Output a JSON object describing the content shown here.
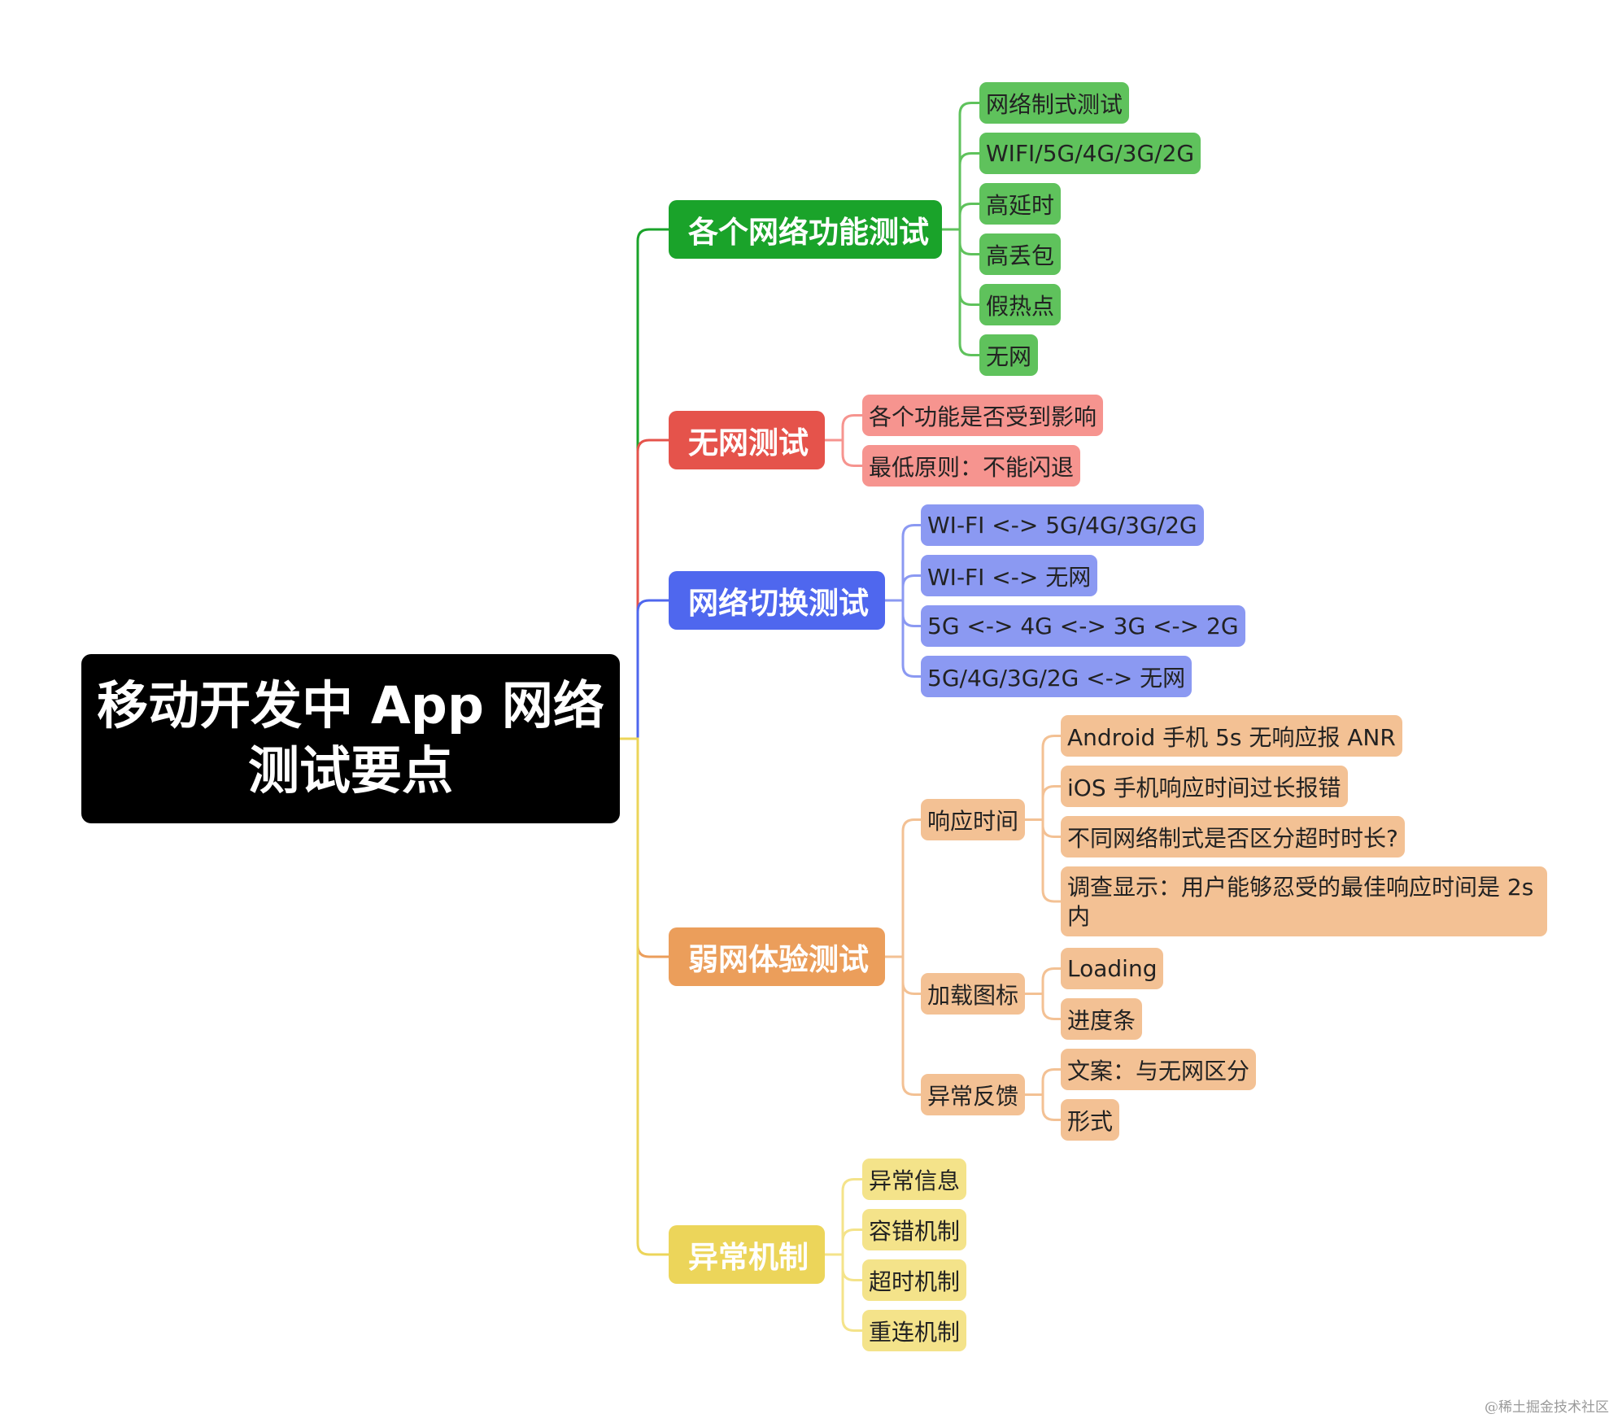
{
  "root": {
    "line1": "移动开发中 App 网络",
    "line2": "测试要点"
  },
  "branches": [
    {
      "label": "各个网络功能测试",
      "color": "#1aa32a",
      "light": "#5fc25c",
      "children": [
        "网络制式测试",
        "WIFI/5G/4G/3G/2G",
        "高延时",
        "高丢包",
        "假热点",
        "无网"
      ]
    },
    {
      "label": "无网测试",
      "color": "#e5534b",
      "light": "#f6948f",
      "children": [
        "各个功能是否受到影响",
        "最低原则：不能闪退"
      ]
    },
    {
      "label": "网络切换测试",
      "color": "#4f67ee",
      "light": "#8b99f2",
      "children": [
        "WI-FI <-> 5G/4G/3G/2G",
        "WI-FI <-> 无网",
        "5G <-> 4G <-> 3G <-> 2G",
        "5G/4G/3G/2G <-> 无网"
      ]
    },
    {
      "label": "弱网体验测试",
      "color": "#eb9e5b",
      "light": "#f3c194",
      "children": [
        {
          "label": "响应时间",
          "children": [
            "Android 手机 5s 无响应报 ANR",
            "iOS 手机响应时间过长报错",
            "不同网络制式是否区分超时时长?",
            "调查显示：用户能够忍受的最佳响应时间是 2s 内"
          ]
        },
        {
          "label": "加载图标",
          "children": [
            "Loading",
            "进度条"
          ]
        },
        {
          "label": "异常反馈",
          "children": [
            "文案：与无网区分",
            "形式"
          ]
        }
      ]
    },
    {
      "label": "异常机制",
      "color": "#ecd55a",
      "light": "#f4e38a",
      "children": [
        "异常信息",
        "容错机制",
        "超时机制",
        "重连机制"
      ]
    }
  ],
  "watermark": "@稀土掘金技术社区"
}
